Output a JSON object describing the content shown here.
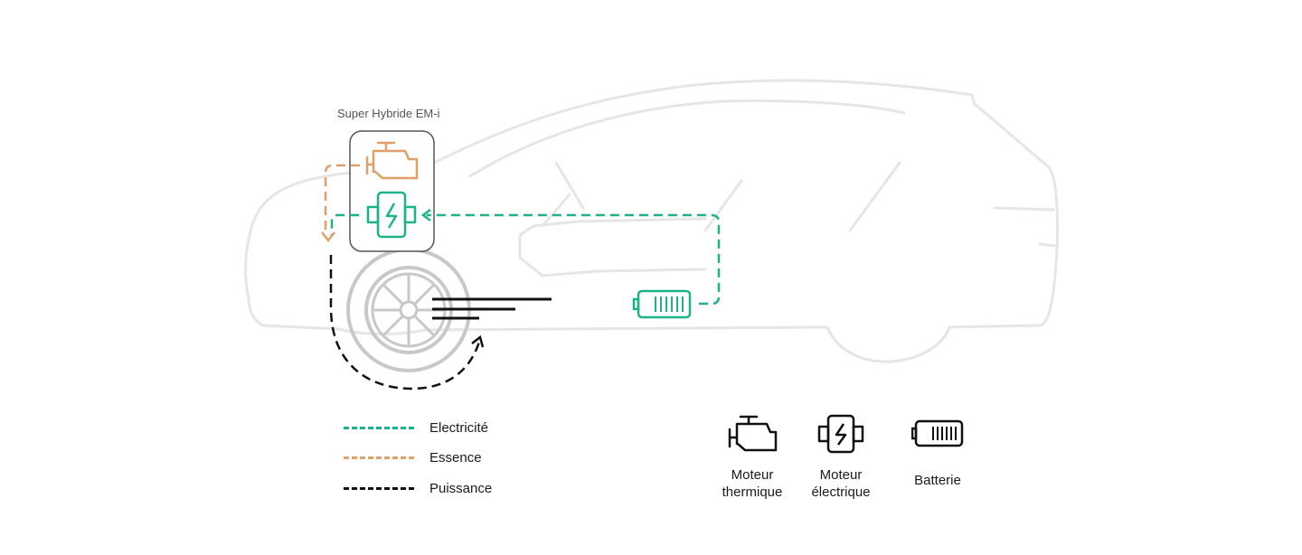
{
  "diagram": {
    "system_label": "Super Hybride EM-i",
    "legend": [
      {
        "label": "Electricité",
        "color": "#1db38a"
      },
      {
        "label": "Essence",
        "color": "#e0a06a"
      },
      {
        "label": "Puissance",
        "color": "#111111"
      }
    ],
    "icon_key": [
      {
        "icon": "combustion-engine-icon",
        "label": "Moteur\nthermique"
      },
      {
        "icon": "electric-motor-icon",
        "label": "Moteur\nélectrique"
      },
      {
        "icon": "battery-icon",
        "label": "Batterie"
      }
    ],
    "colors": {
      "electricity": "#1db38a",
      "fuel": "#e0a06a",
      "power": "#111111",
      "car_outline": "#e6e6e6",
      "wheel": "#c8c8c8",
      "box_outline": "#555555"
    }
  }
}
